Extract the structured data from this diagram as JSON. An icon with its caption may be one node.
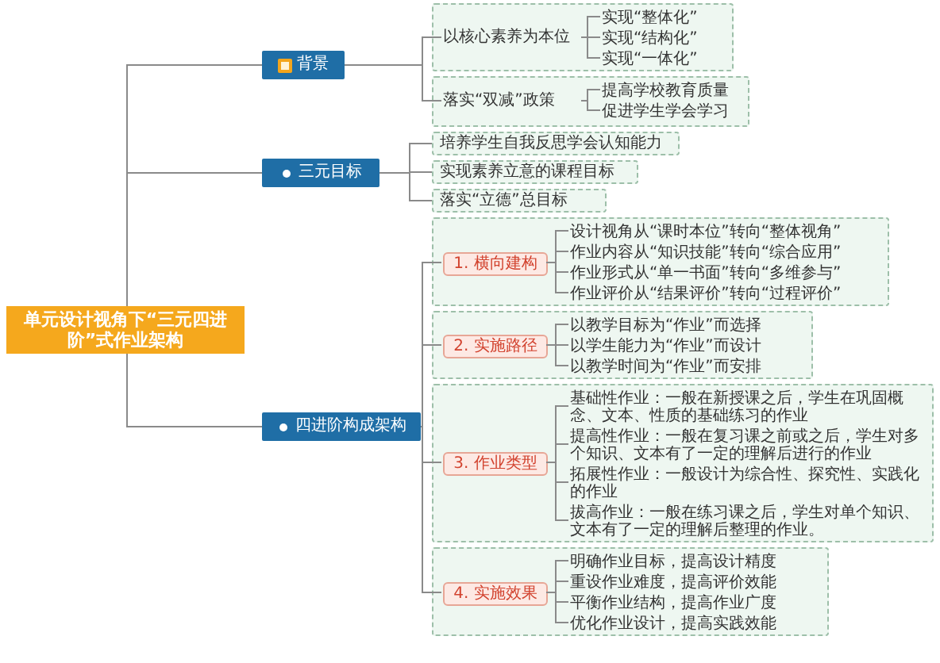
{
  "diagram": {
    "nodes": [
      {
        "text": [
          "单元设计视角下“三元四进阶”式作业架构"
        ]
      },
      {
        "text": [
          "背景"
        ]
      },
      {
        "text": [],
        "shape": "box"
      },
      {
        "text": [
          "以核心素养为本位"
        ],
        "in": 2
      },
      {
        "text": [
          "实现“整体化”"
        ],
        "in": 2
      },
      {
        "text": [
          "实现“结构化”"
        ],
        "in": 2
      },
      {
        "text": [
          "实现“一体化”"
        ],
        "in": 2
      },
      {
        "text": [],
        "shape": "box"
      },
      {
        "text": [
          "落实“双减”政策"
        ],
        "in": 7
      },
      {
        "text": [
          "提高学校教育质量"
        ],
        "in": 7
      },
      {
        "text": [
          "促进学生学会学习"
        ],
        "in": 7
      },
      {
        "text": [
          "三元目标"
        ]
      },
      {
        "text": [
          "培养学生自我反思学会认知能力"
        ]
      },
      {
        "text": [
          "实现素养立意的课程目标"
        ]
      },
      {
        "text": [
          "落实“立德”总目标"
        ]
      },
      {
        "text": [
          "四进阶构成架构"
        ]
      },
      {
        "text": [],
        "shape": "box"
      },
      {
        "text": [
          "1. 横向建构"
        ],
        "in": 16
      },
      {
        "text": [
          "设计视角从“课时本位”转向“整体视角”"
        ],
        "in": 16
      },
      {
        "text": [
          "作业内容从“知识技能”转向“综合应用”"
        ],
        "in": 16
      },
      {
        "text": [
          "作业形式从“单一书面”转向“多维参与”"
        ],
        "in": 16
      },
      {
        "text": [
          "作业评价从“结果评价”转向“过程评价”"
        ],
        "in": 16
      },
      {
        "text": [],
        "shape": "box"
      },
      {
        "text": [
          "2. 实施路径"
        ],
        "in": 22
      },
      {
        "text": [
          "以教学目标为“作业”而选择"
        ],
        "in": 22
      },
      {
        "text": [
          "以学生能力为“作业”而设计"
        ],
        "in": 22
      },
      {
        "text": [
          "以教学时间为“作业”而安排"
        ],
        "in": 22
      },
      {
        "text": [],
        "shape": "box"
      },
      {
        "text": [
          "3. 作业类型"
        ],
        "in": 27
      },
      {
        "text": [
          "基础性作业：一般在新授课之后，学生在巩固概念、文本、性质的基础练习的作业"
        ],
        "in": 27
      },
      {
        "text": [
          "提高性作业：一般在复习课之前或之后，学生对多个知识、文本有了一定的理解后进行的作业"
        ],
        "in": 27
      },
      {
        "text": [
          "拓展性作业：一般设计为综合性、探究性、实践化的作业"
        ],
        "in": 27
      },
      {
        "text": [
          "拔高作业：一般在练习课之后，学生对单个知识、文本有了一定的理解后整理的作业。"
        ],
        "in": 27
      },
      {
        "text": [],
        "shape": "box"
      },
      {
        "text": [
          "4. 实施效果"
        ],
        "in": 33
      },
      {
        "text": [
          "明确作业目标，提高设计精度"
        ],
        "in": 33
      },
      {
        "text": [
          "重设作业难度，提高评价效能"
        ],
        "in": 33
      },
      {
        "text": [
          "平衡作业结构，提高作业广度"
        ],
        "in": 33
      },
      {
        "text": [
          "优化作业设计，提高实践效能"
        ],
        "in": 33
      }
    ],
    "edges": [
      {
        "from": 0,
        "to": 1,
        "arrow": "none"
      },
      {
        "from": 0,
        "to": 11,
        "arrow": "none"
      },
      {
        "from": 0,
        "to": 15,
        "arrow": "none"
      },
      {
        "from": 1,
        "to": 3,
        "arrow": "none"
      },
      {
        "from": 1,
        "to": 8,
        "arrow": "none"
      },
      {
        "from": 3,
        "to": 4,
        "arrow": "none"
      },
      {
        "from": 3,
        "to": 5,
        "arrow": "none"
      },
      {
        "from": 3,
        "to": 6,
        "arrow": "none"
      },
      {
        "from": 8,
        "to": 9,
        "arrow": "none"
      },
      {
        "from": 8,
        "to": 10,
        "arrow": "none"
      },
      {
        "from": 11,
        "to": 12,
        "arrow": "none"
      },
      {
        "from": 11,
        "to": 13,
        "arrow": "none"
      },
      {
        "from": 11,
        "to": 14,
        "arrow": "none"
      },
      {
        "from": 15,
        "to": 17,
        "arrow": "none"
      },
      {
        "from": 15,
        "to": 23,
        "arrow": "none"
      },
      {
        "from": 15,
        "to": 28,
        "arrow": "none"
      },
      {
        "from": 15,
        "to": 34,
        "arrow": "none"
      },
      {
        "from": 17,
        "to": 18,
        "arrow": "none"
      },
      {
        "from": 17,
        "to": 19,
        "arrow": "none"
      },
      {
        "from": 17,
        "to": 20,
        "arrow": "none"
      },
      {
        "from": 17,
        "to": 21,
        "arrow": "none"
      },
      {
        "from": 23,
        "to": 24,
        "arrow": "none"
      },
      {
        "from": 23,
        "to": 25,
        "arrow": "none"
      },
      {
        "from": 23,
        "to": 26,
        "arrow": "none"
      },
      {
        "from": 28,
        "to": 29,
        "arrow": "none"
      },
      {
        "from": 28,
        "to": 30,
        "arrow": "none"
      },
      {
        "from": 28,
        "to": 31,
        "arrow": "none"
      },
      {
        "from": 28,
        "to": 32,
        "arrow": "none"
      },
      {
        "from": 34,
        "to": 35,
        "arrow": "none"
      },
      {
        "from": 34,
        "to": 36,
        "arrow": "none"
      },
      {
        "from": 34,
        "to": 37,
        "arrow": "none"
      },
      {
        "from": 34,
        "to": 38,
        "arrow": "none"
      }
    ]
  }
}
